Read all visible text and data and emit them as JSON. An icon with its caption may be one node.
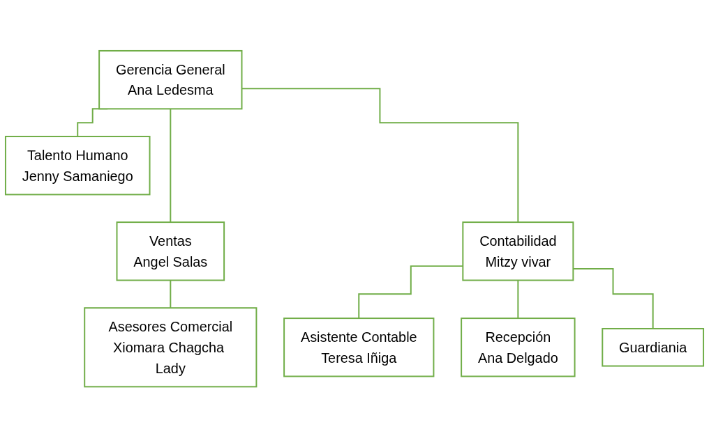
{
  "diagram": {
    "nodes": [
      {
        "text": [
          "Gerencia General",
          "Ana Ledesma"
        ]
      },
      {
        "text": [
          "Talento Humano",
          "Jenny Samaniego"
        ]
      },
      {
        "text": [
          "Ventas",
          "Angel Salas"
        ]
      },
      {
        "text": [
          "Contabilidad",
          "Mitzy vivar"
        ]
      },
      {
        "text": [
          "Asesores Comercial",
          "Xiomara Chagcha Lady"
        ]
      },
      {
        "text": [
          "Asistente Contable",
          "Teresa Iñiga"
        ]
      },
      {
        "text": [
          "Recepción",
          "Ana Delgado"
        ]
      },
      {
        "text": [
          "Guardiania"
        ]
      }
    ],
    "edges": [
      {
        "from": 0,
        "to": 1,
        "arrow": "none"
      },
      {
        "from": 0,
        "to": 2,
        "arrow": "none"
      },
      {
        "from": 0,
        "to": 3,
        "arrow": "none"
      },
      {
        "from": 2,
        "to": 4,
        "arrow": "none"
      },
      {
        "from": 3,
        "to": 5,
        "arrow": "none"
      },
      {
        "from": 3,
        "to": 6,
        "arrow": "none"
      },
      {
        "from": 3,
        "to": 7,
        "arrow": "none"
      }
    ]
  }
}
